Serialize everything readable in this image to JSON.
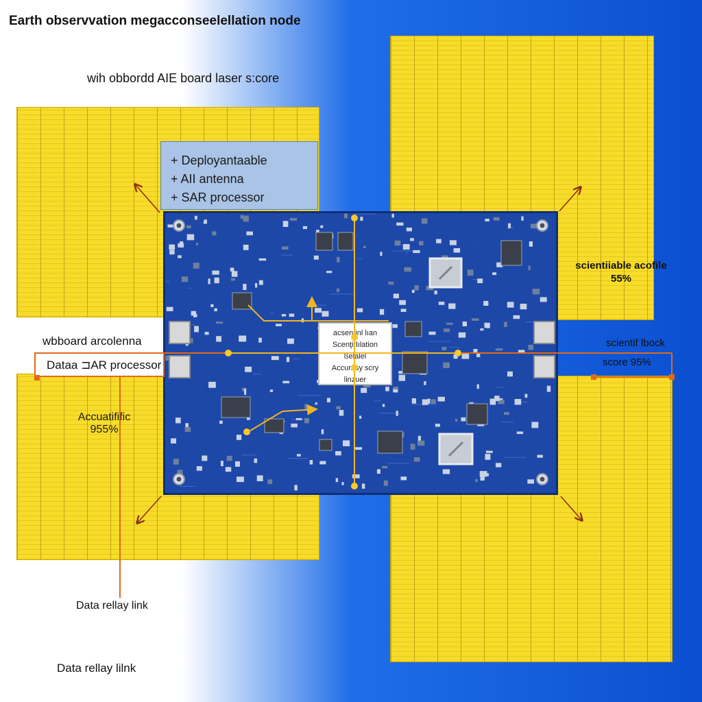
{
  "title": "Earth observvation megacconseelellation  node",
  "subtitle": "wih obbordd AIE board laser  s:core",
  "features": [
    "+ Deployantaable",
    "+ AII antenna",
    "+ SAR processor"
  ],
  "center_label": [
    "acsentinl lıan",
    "Scenţirlılation",
    "ßelalel",
    "Accurasy scry",
    "linzuer"
  ],
  "left_heading": "wbboard arcolenna",
  "left_box_label": "Dataa ⊐AR processor",
  "accuracy_left": "Accuatifific 955%",
  "relay_1": "Data rellay link",
  "relay_2": "Data rellay lilnk",
  "right_accuracy": "scientiiable acofile 55%",
  "right_block": "scientif lbock",
  "right_score": "score 95%",
  "colors": {
    "panel_yellow": "#f7dc2a",
    "pcb_blue": "#1d48a8",
    "background_blue": "#0a5fe0",
    "accent_orange": "#e06a1a",
    "trace_gold": "#f2b51d"
  }
}
